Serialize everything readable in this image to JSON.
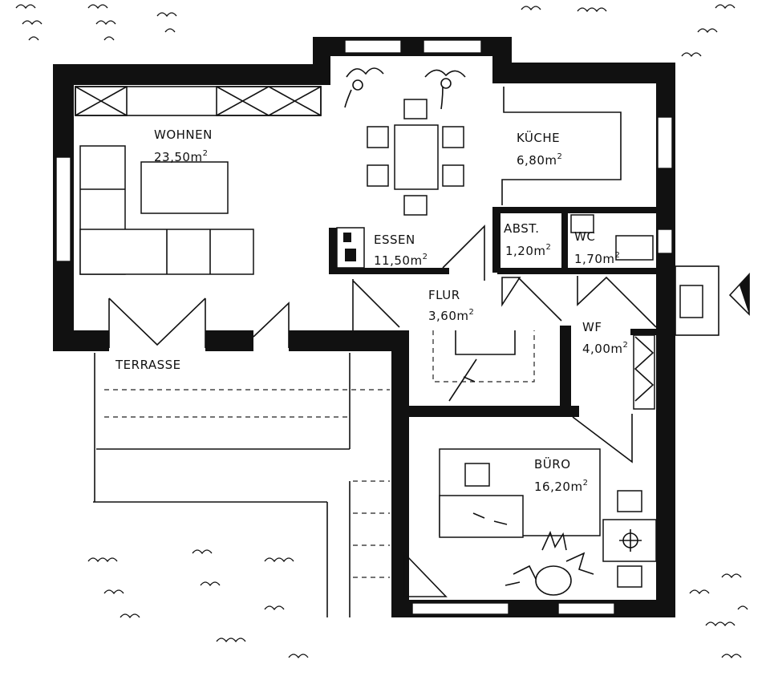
{
  "rooms": {
    "wohnen": {
      "name": "WOHNEN",
      "area": "23,50m",
      "unit_exp": "2"
    },
    "kueche": {
      "name": "KÜCHE",
      "area": "6,80m",
      "unit_exp": "2"
    },
    "essen": {
      "name": "ESSEN",
      "area": "11,50m",
      "unit_exp": "2"
    },
    "abst": {
      "name": "ABST.",
      "area": "1,20m",
      "unit_exp": "2"
    },
    "wc": {
      "name": "WC",
      "area": "1,70m",
      "unit_exp": "2"
    },
    "flur": {
      "name": "FLUR",
      "area": "3,60m",
      "unit_exp": "2"
    },
    "wf": {
      "name": "WF",
      "area": "4,00m",
      "unit_exp": "2"
    },
    "buero": {
      "name": "BÜRO",
      "area": "16,20m",
      "unit_exp": "2"
    }
  },
  "outdoor": {
    "terrace_label": "TERRASSE"
  },
  "colors": {
    "wall": "#111111",
    "background": "#ffffff"
  },
  "icons": [
    "north-arrow-icon",
    "plant-icon",
    "tree-icon",
    "stove-icon"
  ]
}
